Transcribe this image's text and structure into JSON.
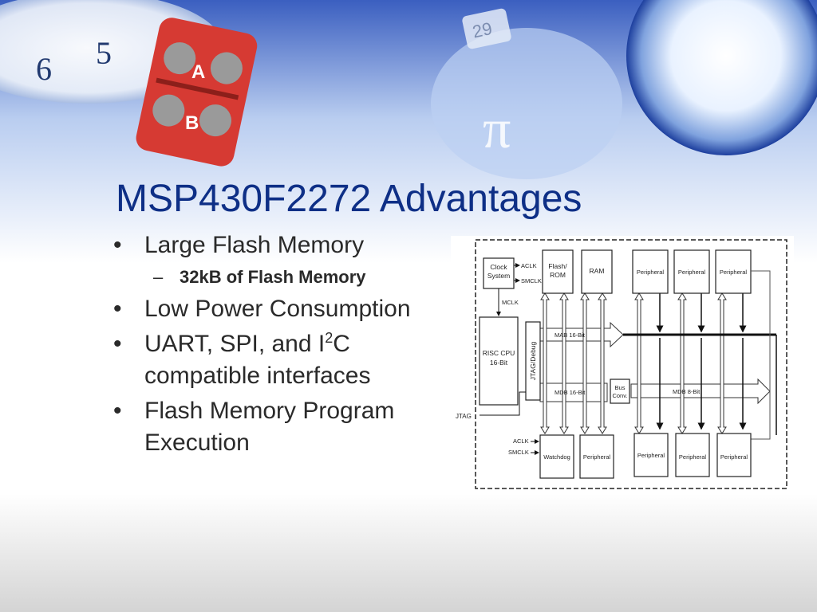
{
  "slide": {
    "title": "MSP430F2272 Advantages",
    "bullets": [
      {
        "text": "Large Flash Memory",
        "mark": "•"
      },
      {
        "text": "32kB of Flash Memory",
        "mark": "–"
      },
      {
        "text": "Low Power Consumption",
        "mark": "•"
      },
      {
        "text_before": "UART, SPI, and I",
        "sup": "2",
        "text_after": "C",
        "line2": "compatible interfaces",
        "mark": "•"
      },
      {
        "text": "Flash Memory Program",
        "line2": "Execution",
        "mark": "•"
      }
    ],
    "background_digits": [
      "6",
      "5",
      "29",
      "π"
    ],
    "background_keys": [
      "A",
      "B"
    ]
  },
  "diagram": {
    "clock_system": [
      "Clock",
      "System"
    ],
    "aclk": "ACLK",
    "smclk": "SMCLK",
    "mclk": "MCLK",
    "flash_rom": [
      "Flash/",
      "ROM"
    ],
    "ram": "RAM",
    "peripheral": "Peripheral",
    "cpu": [
      "RISC CPU",
      "16-Bit"
    ],
    "jtag_debug": "JTAG/Debug",
    "jtag": "JTAG",
    "mab": "MAB 16-Bit",
    "mdb16": "MDB 16-Bit",
    "mdb8": "MDB 8-Bit",
    "bus_conv": [
      "Bus",
      "Conv."
    ],
    "watchdog": "Watchdog"
  }
}
